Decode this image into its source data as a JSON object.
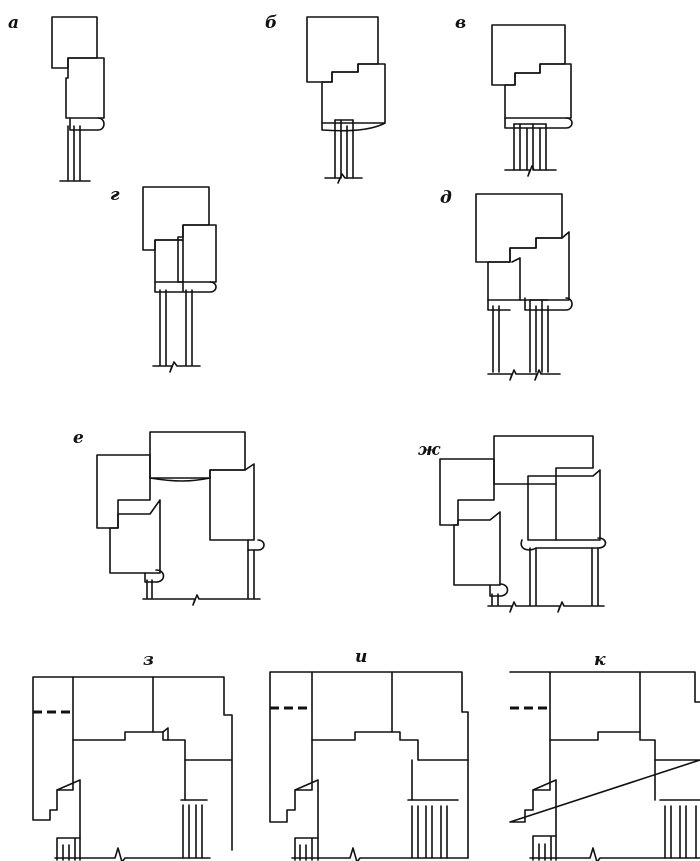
{
  "figure": {
    "labels": {
      "a": "а",
      "b": "б",
      "v": "в",
      "g": "г",
      "d": "д",
      "e": "е",
      "zh": "ж",
      "z": "з",
      "i": "и",
      "k": "к"
    }
  }
}
